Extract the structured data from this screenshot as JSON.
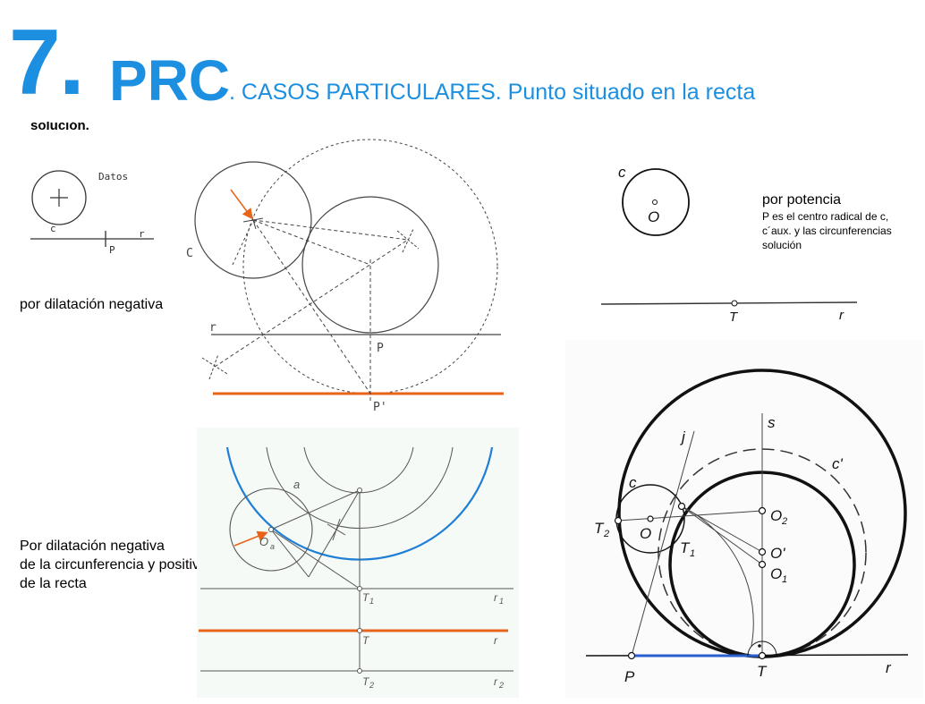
{
  "title": {
    "number": "7.",
    "acronym": "PRC",
    "subtitle": ". CASOS PARTICULARES. Punto situado en la recta"
  },
  "captions": {
    "cropped_top": "solución.",
    "dilatacion_negativa": "por dilatación negativa",
    "dilatacion_mixta_l1": "Por dilatación negativa",
    "dilatacion_mixta_l2": "de la circunferencia y positiva",
    "dilatacion_mixta_l3": "de la recta",
    "potencia_title": "por potencia",
    "potencia_l1": "P es el centro radical de c,",
    "potencia_l2": "c´aux. y las circunferencias",
    "potencia_l3": "solución"
  },
  "fig_datos": {
    "heading": "Datos",
    "c": "c",
    "r": "r",
    "p": "P"
  },
  "fig1": {
    "r": "r",
    "c": "C",
    "p": "P",
    "p_prime": "P'"
  },
  "fig2": {
    "a": "a",
    "oa": "O",
    "oa_sub": "a",
    "t1": "T",
    "t1_sub": "1",
    "r1": "r",
    "r1_sub": "1",
    "t": "T",
    "r": "r",
    "t2": "T",
    "t2_sub": "2",
    "r2": "r",
    "r2_sub": "2"
  },
  "fig3": {
    "c": "c",
    "o": "O",
    "t": "T",
    "r": "r"
  },
  "fig4": {
    "s": "s",
    "j": "j",
    "c_prime": "c'",
    "c": "c",
    "t2": "T",
    "t2_sub": "2",
    "o": "O",
    "t1": "T",
    "t1_sub": "1",
    "o2": "O",
    "o2_sub": "2",
    "o_prime": "O'",
    "o1": "O",
    "o1_sub": "1",
    "p": "P",
    "t": "T",
    "r": "r"
  },
  "colors": {
    "accent_blue": "#1d8fe0",
    "orange": "#e8641a",
    "circle_blue": "#1f7fd6",
    "segment_blue": "#2a5fd0"
  }
}
